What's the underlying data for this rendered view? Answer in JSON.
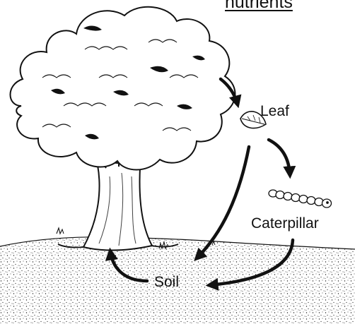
{
  "title": "nutrients",
  "labels": {
    "leaf": "Leaf",
    "caterpillar": "Caterpillar",
    "soil": "Soil"
  },
  "colors": {
    "ink": "#111111",
    "background": "#ffffff"
  }
}
